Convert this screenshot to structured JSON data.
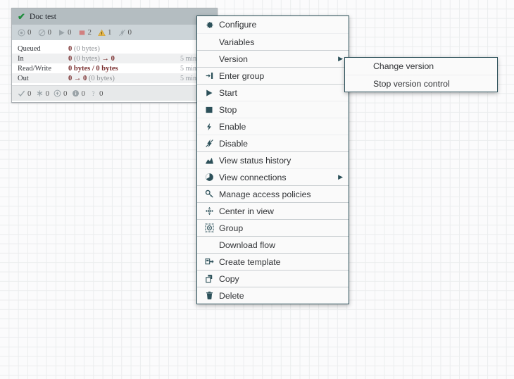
{
  "canvas": {
    "grid_color": "#ebedee",
    "background": "#fbfbfc"
  },
  "accent": "#2c5059",
  "process_group": {
    "name": "Doc test",
    "status_icon": "check-icon",
    "counters": [
      {
        "icon": "transmitting-icon",
        "value": "0",
        "color": "#9aa3a8"
      },
      {
        "icon": "not-transmitting-icon",
        "value": "0",
        "color": "#9aa3a8"
      },
      {
        "icon": "running-icon",
        "value": "0",
        "color": "#9aa3a8"
      },
      {
        "icon": "stopped-icon",
        "value": "2",
        "color": "#d18080"
      },
      {
        "icon": "invalid-icon",
        "value": "1",
        "color": "#e5b33a"
      },
      {
        "icon": "disabled-icon",
        "value": "0",
        "color": "#9aa3a8"
      }
    ],
    "stats": [
      {
        "label": "Queued",
        "value": "0",
        "detail": "(0 bytes)",
        "arrow": "",
        "value2": "",
        "detail2": "",
        "time": ""
      },
      {
        "label": "In",
        "value": "0",
        "detail": "(0 bytes)",
        "arrow": "→",
        "value2": "0",
        "detail2": "",
        "time": "5 min"
      },
      {
        "label": "Read/Write",
        "value": "0 bytes / 0 bytes",
        "detail": "",
        "arrow": "",
        "value2": "",
        "detail2": "",
        "time": "5 min"
      },
      {
        "label": "Out",
        "value": "0",
        "detail": "",
        "arrow": "→",
        "value2": "0",
        "detail2": "(0 bytes)",
        "time": "5 min"
      }
    ],
    "footer_counters": [
      {
        "icon": "valid-check-icon",
        "value": "0"
      },
      {
        "icon": "asterisk-icon",
        "value": "0"
      },
      {
        "icon": "up-arrow-icon",
        "value": "0"
      },
      {
        "icon": "info-icon",
        "value": "0"
      },
      {
        "icon": "question-icon",
        "value": "0"
      }
    ]
  },
  "context_menu": {
    "items": [
      {
        "label": "Configure",
        "icon": "gear-icon",
        "has_submenu": false,
        "separator": false
      },
      {
        "label": "Variables",
        "icon": "",
        "has_submenu": false,
        "separator": false
      },
      {
        "label": "Version",
        "icon": "",
        "has_submenu": true,
        "separator": true
      },
      {
        "label": "Enter group",
        "icon": "enter-group-icon",
        "has_submenu": false,
        "separator": true
      },
      {
        "label": "Start",
        "icon": "play-icon",
        "has_submenu": false,
        "separator": true
      },
      {
        "label": "Stop",
        "icon": "stop-icon",
        "has_submenu": false,
        "separator": false
      },
      {
        "label": "Enable",
        "icon": "bolt-icon",
        "has_submenu": false,
        "separator": false
      },
      {
        "label": "Disable",
        "icon": "bolt-slash-icon",
        "has_submenu": false,
        "separator": false
      },
      {
        "label": "View status history",
        "icon": "chart-icon",
        "has_submenu": false,
        "separator": true
      },
      {
        "label": "View connections",
        "icon": "connections-icon",
        "has_submenu": true,
        "separator": false
      },
      {
        "label": "Manage access policies",
        "icon": "key-icon",
        "has_submenu": false,
        "separator": true
      },
      {
        "label": "Center in view",
        "icon": "crosshair-icon",
        "has_submenu": false,
        "separator": true
      },
      {
        "label": "Group",
        "icon": "group-icon",
        "has_submenu": false,
        "separator": true
      },
      {
        "label": "Download flow",
        "icon": "",
        "has_submenu": false,
        "separator": true
      },
      {
        "label": "Create template",
        "icon": "template-icon",
        "has_submenu": false,
        "separator": true
      },
      {
        "label": "Copy",
        "icon": "copy-icon",
        "has_submenu": false,
        "separator": true
      },
      {
        "label": "Delete",
        "icon": "trash-icon",
        "has_submenu": false,
        "separator": true
      }
    ]
  },
  "version_submenu": {
    "items": [
      {
        "label": "Change version"
      },
      {
        "label": "Stop version control"
      }
    ]
  }
}
